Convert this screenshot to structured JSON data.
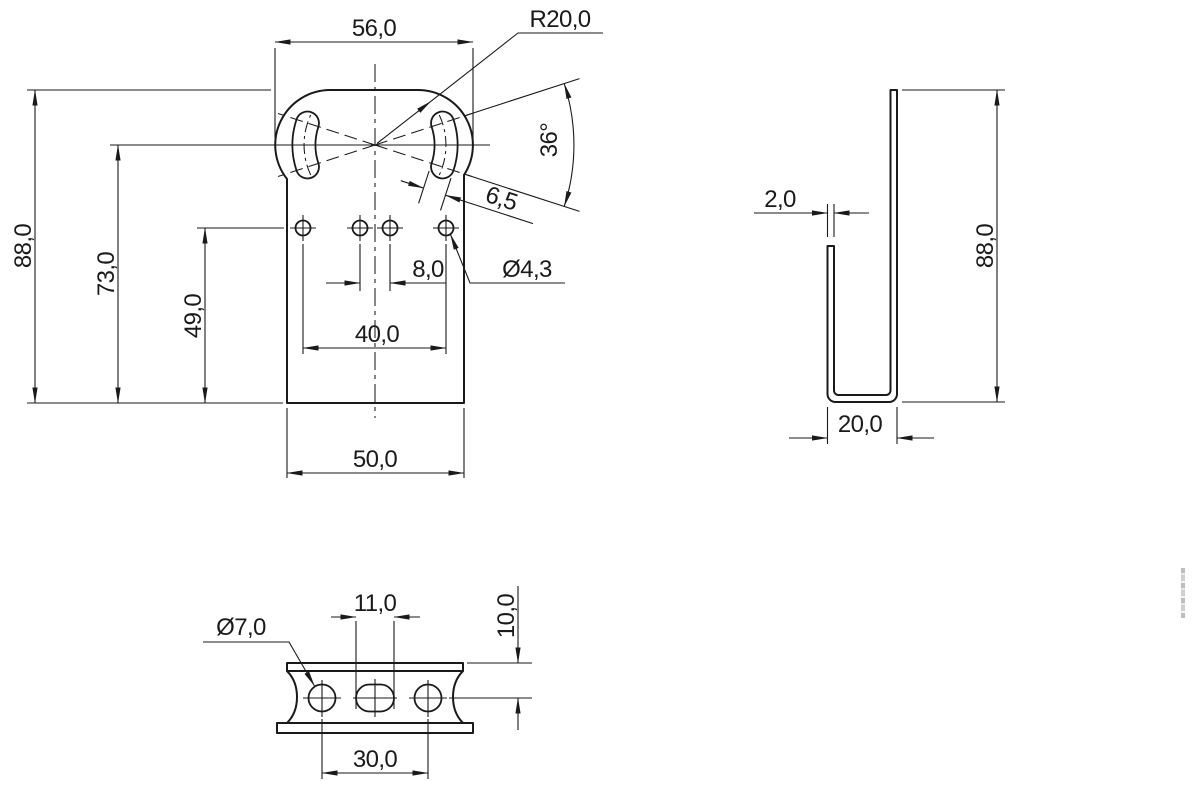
{
  "page": {
    "type": "technical-drawing",
    "background": "#ffffff",
    "line_color": "#1a1a1a"
  },
  "labels": {
    "front": {
      "head_width": "56,0",
      "slot_radius": "R20,0",
      "slot_angle": "36°",
      "slot_width": "6,5",
      "hole_diameter": "Ø4,3",
      "hole_pitch_inner": "8,0",
      "hole_pitch_outer": "40,0",
      "height_total": "88,0",
      "height_slot_center": "73,0",
      "height_hole_row": "49,0",
      "body_width": "50,0"
    },
    "side": {
      "thickness": "2,0",
      "height_total": "88,0",
      "depth": "20,0"
    },
    "bottom": {
      "slot_width": "11,0",
      "hole_diameter": "Ø7,0",
      "hole_pitch": "30,0",
      "hole_offset": "10,0"
    }
  }
}
